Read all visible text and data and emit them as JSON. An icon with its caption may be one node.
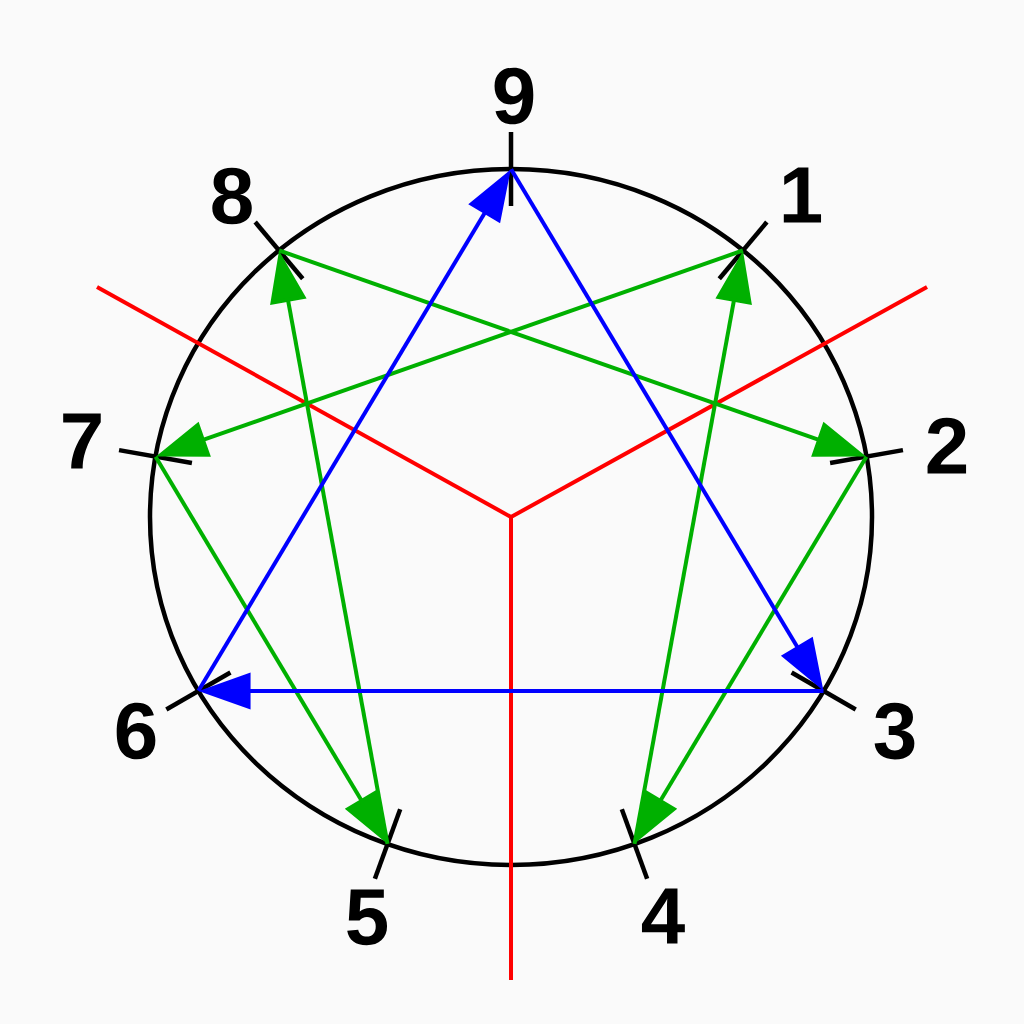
{
  "diagram": {
    "nodes": [
      {
        "text": [],
        "shape": "tick",
        "beside": [
          "9"
        ]
      },
      {
        "text": [],
        "shape": "tick",
        "beside": [
          "1"
        ]
      },
      {
        "text": [],
        "shape": "tick",
        "beside": [
          "2"
        ]
      },
      {
        "text": [],
        "shape": "tick",
        "beside": [
          "3"
        ]
      },
      {
        "text": [],
        "shape": "tick",
        "beside": [
          "4"
        ]
      },
      {
        "text": [],
        "shape": "tick",
        "beside": [
          "5"
        ]
      },
      {
        "text": [],
        "shape": "tick",
        "beside": [
          "6"
        ]
      },
      {
        "text": [],
        "shape": "tick",
        "beside": [
          "7"
        ]
      },
      {
        "text": [],
        "shape": "tick",
        "beside": [
          "8"
        ]
      }
    ],
    "edges": [
      {
        "from": 1,
        "to": 7,
        "arrow": "to"
      },
      {
        "from": 7,
        "to": 5,
        "arrow": "to"
      },
      {
        "from": 5,
        "to": 8,
        "arrow": "to"
      },
      {
        "from": 8,
        "to": 2,
        "arrow": "to"
      },
      {
        "from": 2,
        "to": 4,
        "arrow": "to"
      },
      {
        "from": 4,
        "to": 1,
        "arrow": "to"
      },
      {
        "from": 6,
        "to": 0,
        "arrow": "to",
        "color": "#0000ff"
      },
      {
        "from": 0,
        "to": 3,
        "arrow": "to",
        "color": "#0000ff"
      },
      {
        "from": 3,
        "to": 6,
        "arrow": "to",
        "color": "#0000ff"
      }
    ]
  }
}
